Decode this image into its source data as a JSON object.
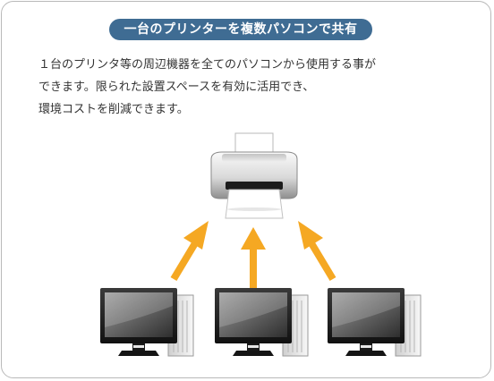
{
  "title": "一台のプリンターを複数パソコンで共有",
  "description": [
    "１台のプリンタ等の周辺機器を全てのパソコンから使用する事が",
    "できます。限られた設置スペースを有効に活用でき、",
    "環境コストを削減できます。"
  ],
  "colors": {
    "title_bg": "#3f6c93",
    "arrow": "#f5a823",
    "border": "#b9b9b9"
  },
  "icons": {
    "printer": "printer-icon",
    "computer": "desktop-computer-icon",
    "arrow": "up-arrow-icon"
  },
  "computers": [
    "pc-1",
    "pc-2",
    "pc-3"
  ]
}
